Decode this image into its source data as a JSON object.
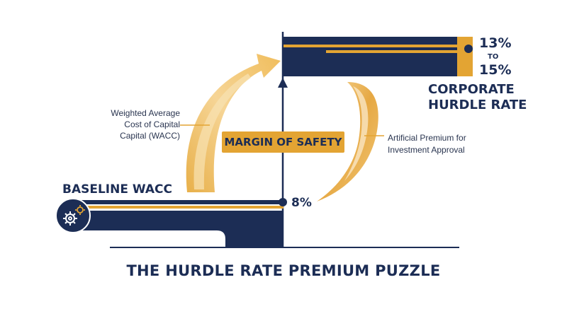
{
  "diagram": {
    "title": "THE HURDLE RATE PREMIUM PUZZLE",
    "baseline_label": "BASELINE WACC",
    "baseline_value": "8%",
    "corporate_label_line1": "CORPORATE",
    "corporate_label_line2": "HURDLE RATE",
    "corporate_range_low": "13%",
    "corporate_range_sep": "TO",
    "corporate_range_high": "15%",
    "wacc_note_line1": "Weighted Average",
    "wacc_note_line2": "Cost of Capital",
    "wacc_note_line3": "Capital (WACC)",
    "premium_note_line1": "Artificial Premium for",
    "premium_note_line2": "Investment Approval",
    "margin_label": "MARGIN OF SAFETY",
    "icon": "gears-icon",
    "colors": {
      "navy": "#1c2d55",
      "gold": "#e3a433",
      "gold_light": "#f3cf8a",
      "cream": "#f7dfa8"
    }
  }
}
